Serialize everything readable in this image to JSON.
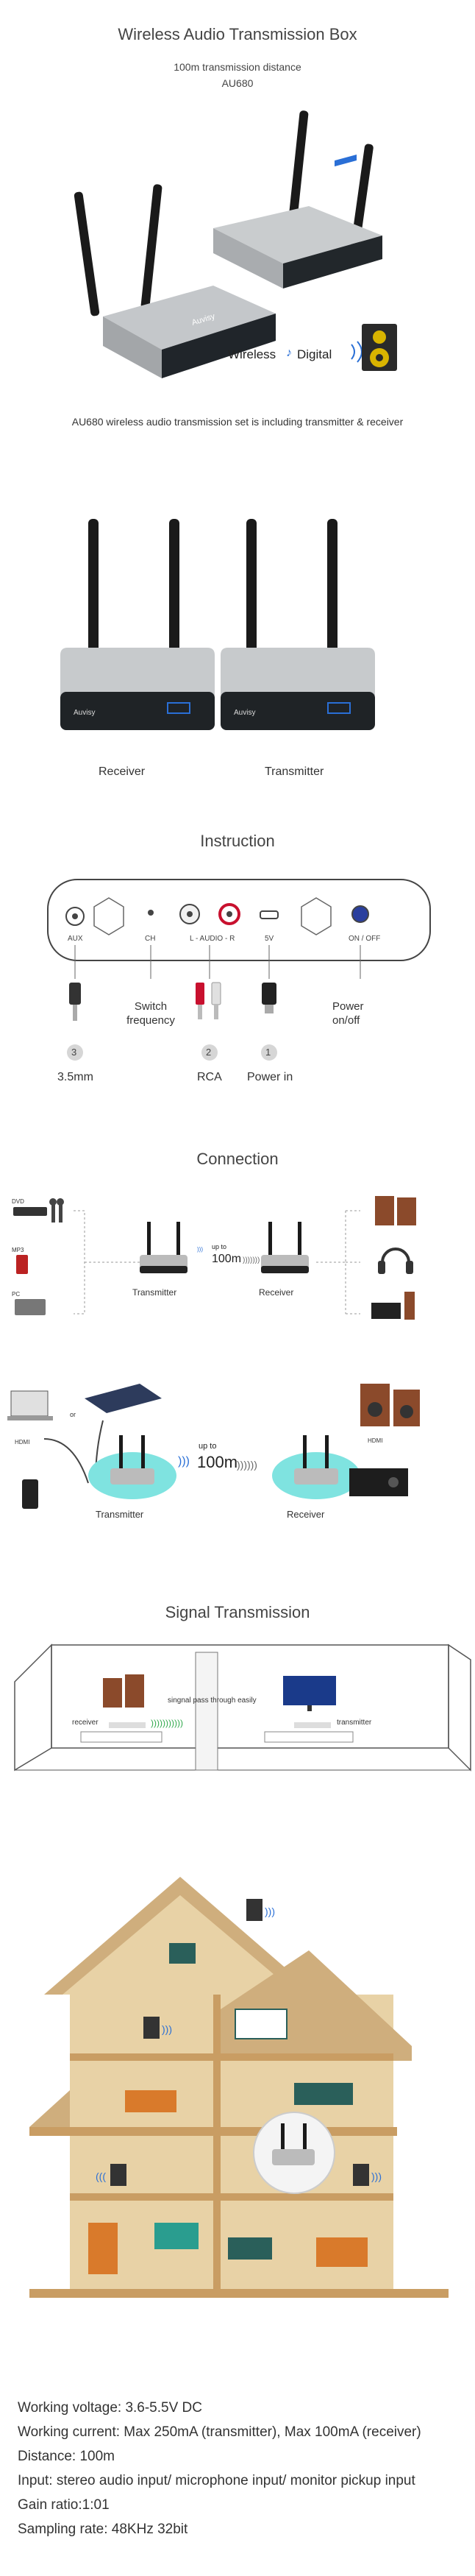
{
  "header": {
    "title": "Wireless Audio Transmission Box",
    "distance_line": "100m transmission distance",
    "model": "AU680"
  },
  "hero": {
    "wireless_badge": "Wireless",
    "digital_badge": "Digital",
    "caption": "AU680 wireless audio transmission set is including transmitter & receiver",
    "brand_mark": "Auvisy"
  },
  "units": {
    "receiver_label": "Receiver",
    "transmitter_label": "Transmitter"
  },
  "instruction": {
    "heading": "Instruction",
    "panel_labels": {
      "aux": "AUX",
      "ch": "CH",
      "audio": "L - AUDIO - R",
      "dc": "5V",
      "power": "ON / OFF"
    },
    "callouts": [
      {
        "num": "3",
        "label": "3.5mm"
      },
      {
        "num": "",
        "label": "Switch\nfrequency"
      },
      {
        "num": "2",
        "label": "RCA"
      },
      {
        "num": "1",
        "label": "Power in"
      },
      {
        "num": "",
        "label": "Power\non/off"
      }
    ]
  },
  "connection": {
    "heading": "Connection",
    "upto": "up to",
    "distance": "100m",
    "transmitter_label": "Transmitter",
    "receiver_label": "Receiver",
    "left_sources": [
      "DVD",
      "MP3",
      "PC"
    ],
    "or_label": "or",
    "hdmi_label": "HDMI"
  },
  "signal": {
    "heading": "Signal Transmission",
    "receiver_label": "receiver",
    "transmitter_label": "transmitter",
    "pass_label": "singnal pass through easily"
  },
  "specs": [
    "Working voltage: 3.6-5.5V DC",
    "Working current: Max 250mA (transmitter), Max 100mA (receiver)",
    "Distance: 100m",
    "Input: stereo audio input/ microphone input/ monitor pickup input",
    "Gain ratio:1:01",
    "Sampling rate: 48KHz 32bit"
  ],
  "colors": {
    "silver": "#b8bbbe",
    "dark_front": "#1f2326",
    "antenna": "#1a1a1a",
    "accent_blue": "#2a6fd6",
    "teal_glow": "#7fe3e0",
    "house_tan": "#e8d2a6",
    "house_roof": "#cfae7d"
  }
}
